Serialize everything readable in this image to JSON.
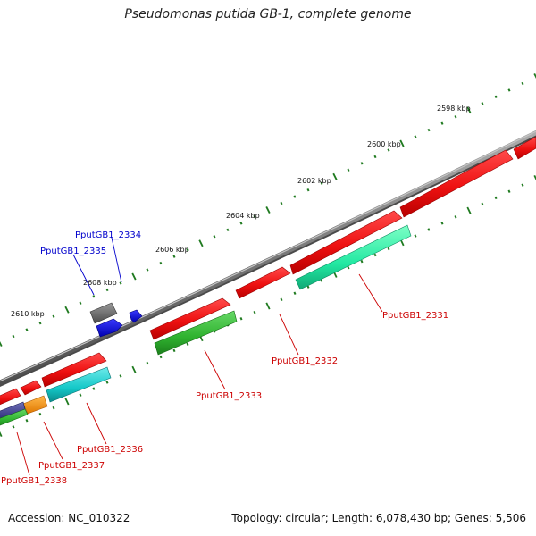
{
  "title": "Pseudomonas putida GB-1, complete genome",
  "footer": {
    "accession": "Accession: NC_010322",
    "info": "Topology: circular; Length: 6,078,430 bp; Genes: 5,506"
  },
  "ticks": [
    "2598 kbp",
    "2600 kbp",
    "2602 kbp",
    "2604 kbp",
    "2606 kbp",
    "2608 kbp",
    "2610 kbp"
  ],
  "gene_labels": {
    "g2331": "PputGB1_2331",
    "g2332": "PputGB1_2332",
    "g2333": "PputGB1_2333",
    "g2334": "PputGB1_2334",
    "g2335": "PputGB1_2335",
    "g2336": "PputGB1_2336",
    "g2337": "PputGB1_2337",
    "g2338": "PputGB1_2338"
  },
  "colors": {
    "backbone": "#7a7a7a",
    "tick": "#1f7a1f",
    "cds": "#ee1111",
    "plus_label": "#cc0000",
    "minus_label": "#0000cc"
  }
}
